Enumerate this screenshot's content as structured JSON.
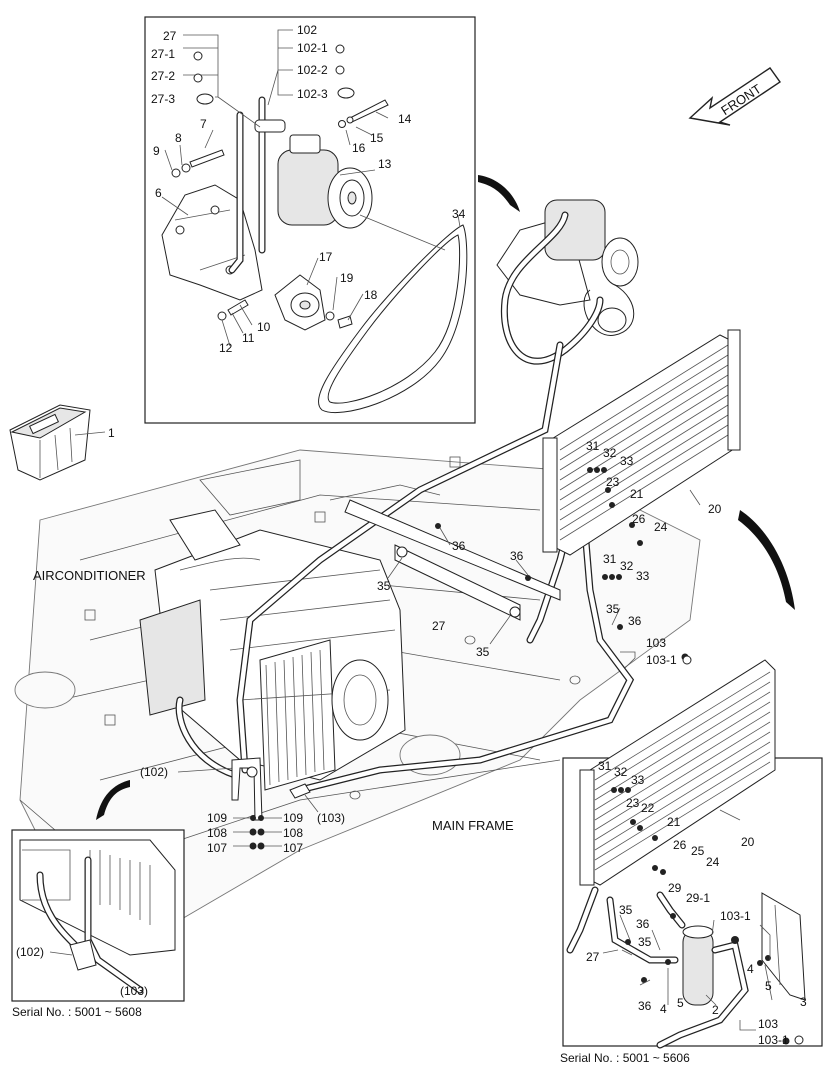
{
  "labels": {
    "detail_top": [
      "27",
      "27-1",
      "27-2",
      "27-3",
      "102",
      "102-1",
      "102-2",
      "102-3",
      "7",
      "8",
      "9",
      "6",
      "14",
      "15",
      "16",
      "13",
      "17",
      "19",
      "18",
      "10",
      "11",
      "12",
      "34"
    ],
    "main": [
      "1",
      "20",
      "31",
      "32",
      "33",
      "23",
      "21",
      "26",
      "24",
      "36",
      "36",
      "31",
      "32",
      "33",
      "35",
      "36",
      "35",
      "27",
      "35",
      "103",
      "103-1",
      "(102)",
      "109",
      "108",
      "107",
      "109",
      "108",
      "107",
      "(103)"
    ],
    "lower_right": [
      "31",
      "32",
      "33",
      "23",
      "22",
      "21",
      "20",
      "26",
      "25",
      "24",
      "29",
      "29-1",
      "35",
      "36",
      "35",
      "27",
      "103-1",
      "4",
      "5",
      "3",
      "36",
      "4",
      "5",
      "2",
      "103",
      "103-1"
    ],
    "lower_left": [
      "(102)",
      "(103)"
    ]
  },
  "text": {
    "airconditioner": "AIRCONDITIONER",
    "main_frame": "MAIN FRAME",
    "front": "FRONT",
    "serial_left": "Serial No. : 5001 ~ 5608",
    "serial_right": "Serial No. : 5001 ~ 5606"
  },
  "icons": [
    "front-arrow-icon",
    "o-ring-icon",
    "cap-icon"
  ]
}
